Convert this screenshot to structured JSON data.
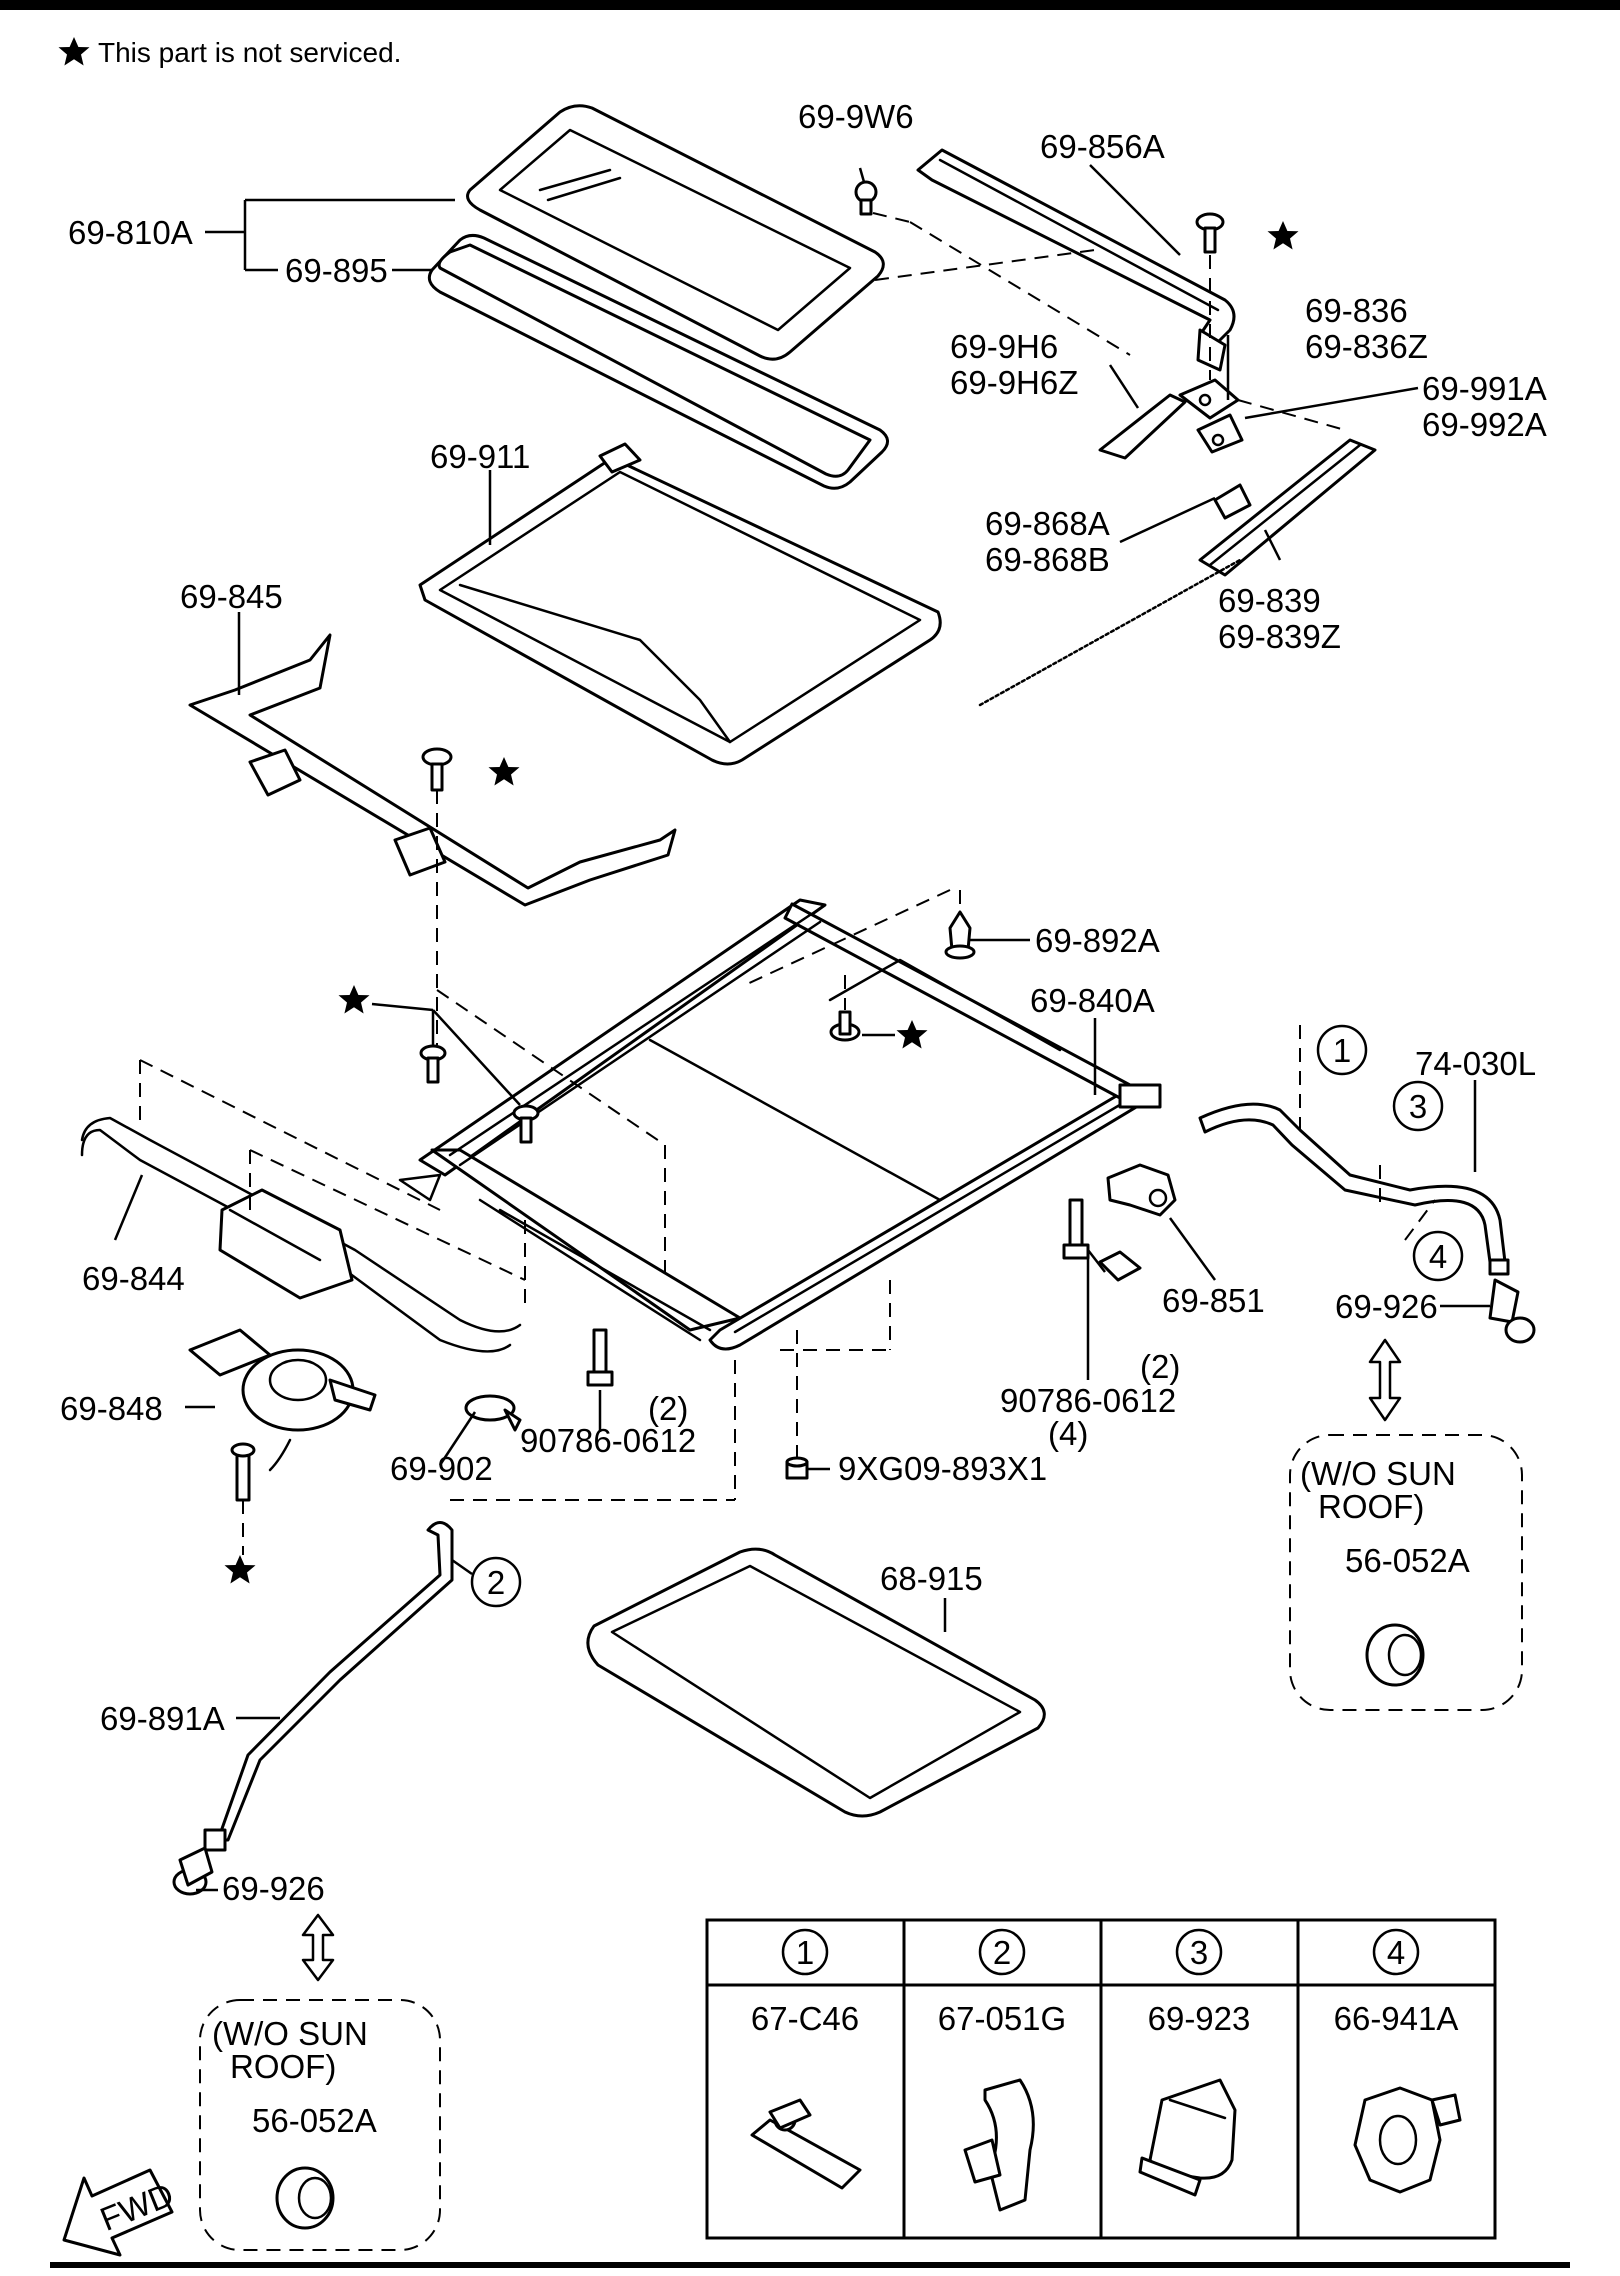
{
  "note": {
    "star_text": "This part is not serviced."
  },
  "labels": {
    "p_69_9W6": "69-9W6",
    "p_69_856A": "69-856A",
    "p_69_810A": "69-810A",
    "p_69_895": "69-895",
    "p_69_836": "69-836",
    "p_69_836Z": "69-836Z",
    "p_69_9H6": "69-9H6",
    "p_69_9H6Z": "69-9H6Z",
    "p_69_991A": "69-991A",
    "p_69_992A": "69-992A",
    "p_69_911": "69-911",
    "p_69_868A": "69-868A",
    "p_69_868B": "69-868B",
    "p_69_839": "69-839",
    "p_69_839Z": "69-839Z",
    "p_69_845": "69-845",
    "p_69_892A": "69-892A",
    "p_69_840A": "69-840A",
    "p_74_030L": "74-030L",
    "p_69_844": "69-844",
    "p_69_851": "69-851",
    "p_69_926_right": "69-926",
    "p_69_848": "69-848",
    "p_90786_0612_a": "90786-0612",
    "p_qty_2_a": "(2)",
    "p_90786_0612_b": "90786-0612",
    "p_qty_2_b": "(2)",
    "p_qty_4": "(4)",
    "p_9XG09_893X1": "9XG09-893X1",
    "p_69_902": "69-902",
    "p_68_915": "68-915",
    "p_69_891A": "69-891A",
    "p_69_926_left": "69-926",
    "callout_1": "1",
    "callout_2": "2",
    "callout_3": "3",
    "callout_4": "4"
  },
  "inset_right": {
    "line1": "(W/O SUN",
    "line2": "ROOF)",
    "part": "56-052A"
  },
  "inset_left": {
    "line1": "(W/O SUN",
    "line2": "ROOF)",
    "part": "56-052A"
  },
  "table": {
    "headers": [
      "1",
      "2",
      "3",
      "4"
    ],
    "parts": [
      "67-C46",
      "67-051G",
      "69-923",
      "66-941A"
    ]
  },
  "fwd_label": "FWD"
}
